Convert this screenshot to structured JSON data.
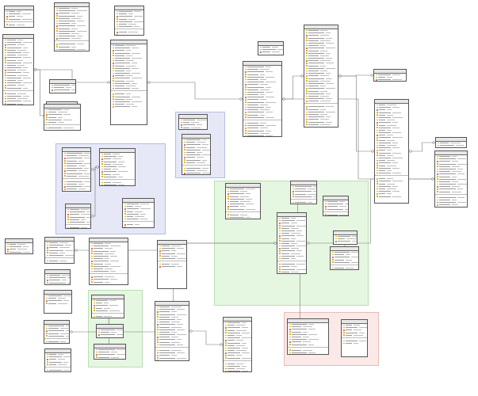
{
  "regions": [
    {
      "id": "r-blue-1",
      "name": "",
      "color": "#e6e8f8",
      "border": "#b8bde0"
    },
    {
      "id": "r-blue-2",
      "name": "",
      "color": "#e6e8f8",
      "border": "#b8bde0"
    },
    {
      "id": "r-green-1",
      "name": "",
      "color": "#e5f6e1",
      "border": "#b9dfb0"
    },
    {
      "id": "r-green-2",
      "name": "",
      "color": "#e5f6e1",
      "border": "#b9dfb0"
    },
    {
      "id": "r-pink-1",
      "name": "",
      "color": "#fbe9e7",
      "border": "#e6bcb6"
    }
  ],
  "tables": [
    {
      "id": "t1",
      "title": "",
      "rows": 6
    },
    {
      "id": "t2",
      "title": "",
      "rows": 26
    },
    {
      "id": "t3",
      "title": "",
      "rows": 18
    },
    {
      "id": "t4",
      "title": "",
      "rows": 10
    },
    {
      "id": "t5",
      "title": "",
      "rows": 4
    },
    {
      "id": "t6",
      "title": "",
      "rows": 9
    },
    {
      "id": "t7",
      "title": "",
      "rows": 24
    },
    {
      "id": "t8",
      "title": "",
      "rows": 5
    },
    {
      "id": "t9",
      "title": "",
      "rows": 24
    },
    {
      "id": "t10",
      "title": "",
      "rows": 30
    },
    {
      "id": "t11",
      "title": "",
      "rows": 4
    },
    {
      "id": "t12",
      "title": "",
      "rows": 40
    },
    {
      "id": "t13",
      "title": "",
      "rows": 3
    },
    {
      "id": "t14",
      "title": "",
      "rows": 2
    },
    {
      "id": "t15",
      "title": "",
      "rows": 36
    },
    {
      "id": "t16",
      "title": "",
      "rows": 3
    },
    {
      "id": "t17",
      "title": "",
      "rows": 20
    },
    {
      "id": "t18",
      "title": "",
      "rows": 8
    },
    {
      "id": "t19",
      "title": "",
      "rows": 14
    },
    {
      "id": "t20",
      "title": "",
      "rows": 14
    },
    {
      "id": "t21",
      "title": "",
      "rows": 9
    },
    {
      "id": "t22",
      "title": "",
      "rows": 9
    },
    {
      "id": "t23",
      "title": "",
      "rows": 12
    },
    {
      "id": "t24",
      "title": "",
      "rows": 8
    },
    {
      "id": "t25",
      "title": "",
      "rows": 30
    },
    {
      "id": "t26",
      "title": "",
      "rows": 7
    },
    {
      "id": "t27",
      "title": "",
      "rows": 6
    },
    {
      "id": "t28",
      "title": "",
      "rows": 7
    },
    {
      "id": "t29",
      "title": "",
      "rows": 6
    },
    {
      "id": "t30",
      "title": "",
      "rows": 10
    },
    {
      "id": "t31",
      "title": "",
      "rows": 10
    },
    {
      "id": "t32",
      "title": "",
      "rows": 4
    },
    {
      "id": "t33",
      "title": "",
      "rows": 8
    },
    {
      "id": "t34",
      "title": "",
      "rows": 10
    },
    {
      "id": "t35",
      "title": "",
      "rows": 16
    },
    {
      "id": "t36",
      "title": "",
      "rows": 24
    },
    {
      "id": "t37",
      "title": "",
      "rows": 10
    },
    {
      "id": "t38",
      "title": "",
      "rows": 6
    },
    {
      "id": "t39",
      "title": "",
      "rows": 8
    },
    {
      "id": "t40",
      "title": "",
      "rows": 22
    },
    {
      "id": "t41",
      "title": "",
      "rows": 22
    },
    {
      "id": "t42",
      "title": "",
      "rows": 12
    },
    {
      "id": "t43",
      "title": "",
      "rows": 7
    },
    {
      "id": "t44",
      "title": "",
      "rows": 10
    }
  ],
  "relationships": [
    {
      "from": "t2",
      "to": "t7",
      "label": ""
    },
    {
      "from": "t7",
      "to": "t10",
      "label": ""
    },
    {
      "from": "t10",
      "to": "t12",
      "label": ""
    },
    {
      "from": "t12",
      "to": "t15",
      "label": ""
    },
    {
      "from": "t10",
      "to": "t17",
      "label": ""
    },
    {
      "from": "t17",
      "to": "t25",
      "label": ""
    },
    {
      "from": "t24",
      "to": "t25",
      "label": ""
    },
    {
      "from": "t25",
      "to": "t30",
      "label": ""
    },
    {
      "from": "t25",
      "to": "t33",
      "label": ""
    },
    {
      "from": "t25",
      "to": "t42",
      "label": ""
    },
    {
      "from": "t19",
      "to": "t20",
      "label": ""
    },
    {
      "from": "t20",
      "to": "t21",
      "label": ""
    },
    {
      "from": "t6",
      "to": "t2",
      "label": ""
    },
    {
      "from": "t36",
      "to": "t37",
      "label": ""
    },
    {
      "from": "t36",
      "to": "t38",
      "label": ""
    },
    {
      "from": "t40",
      "to": "t41",
      "label": ""
    },
    {
      "from": "t41",
      "to": "t44",
      "label": ""
    },
    {
      "from": "t12",
      "to": "t13",
      "label": ""
    },
    {
      "from": "t15",
      "to": "t16",
      "label": ""
    },
    {
      "from": "t27",
      "to": "t28",
      "label": ""
    }
  ]
}
